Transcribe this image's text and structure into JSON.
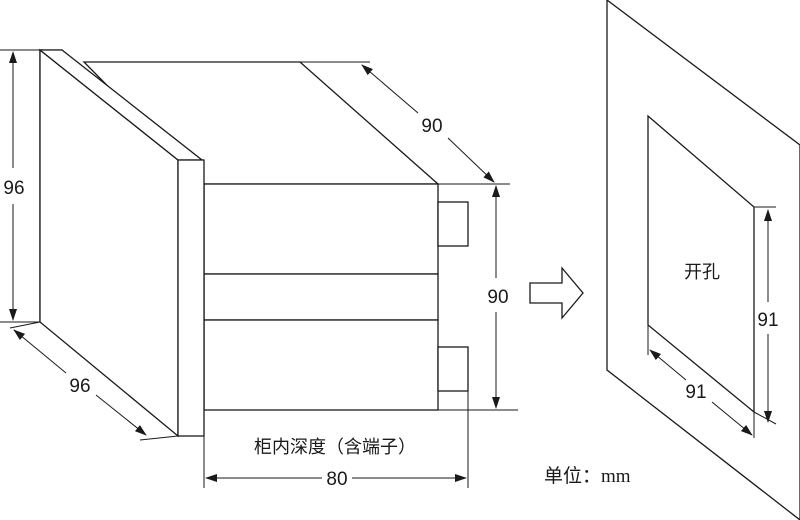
{
  "dimensions": {
    "panel_height": "96",
    "panel_width": "96",
    "body_depth_top": "90",
    "body_height_side": "90",
    "depth_bottom": "80",
    "cutout_height": "91",
    "cutout_width": "91"
  },
  "labels": {
    "depth_caption": "柜内深度（含端子）",
    "cutout": "开孔",
    "units": "单位：mm"
  },
  "colors": {
    "line": "#1a1a1a",
    "background": "#ffffff"
  }
}
